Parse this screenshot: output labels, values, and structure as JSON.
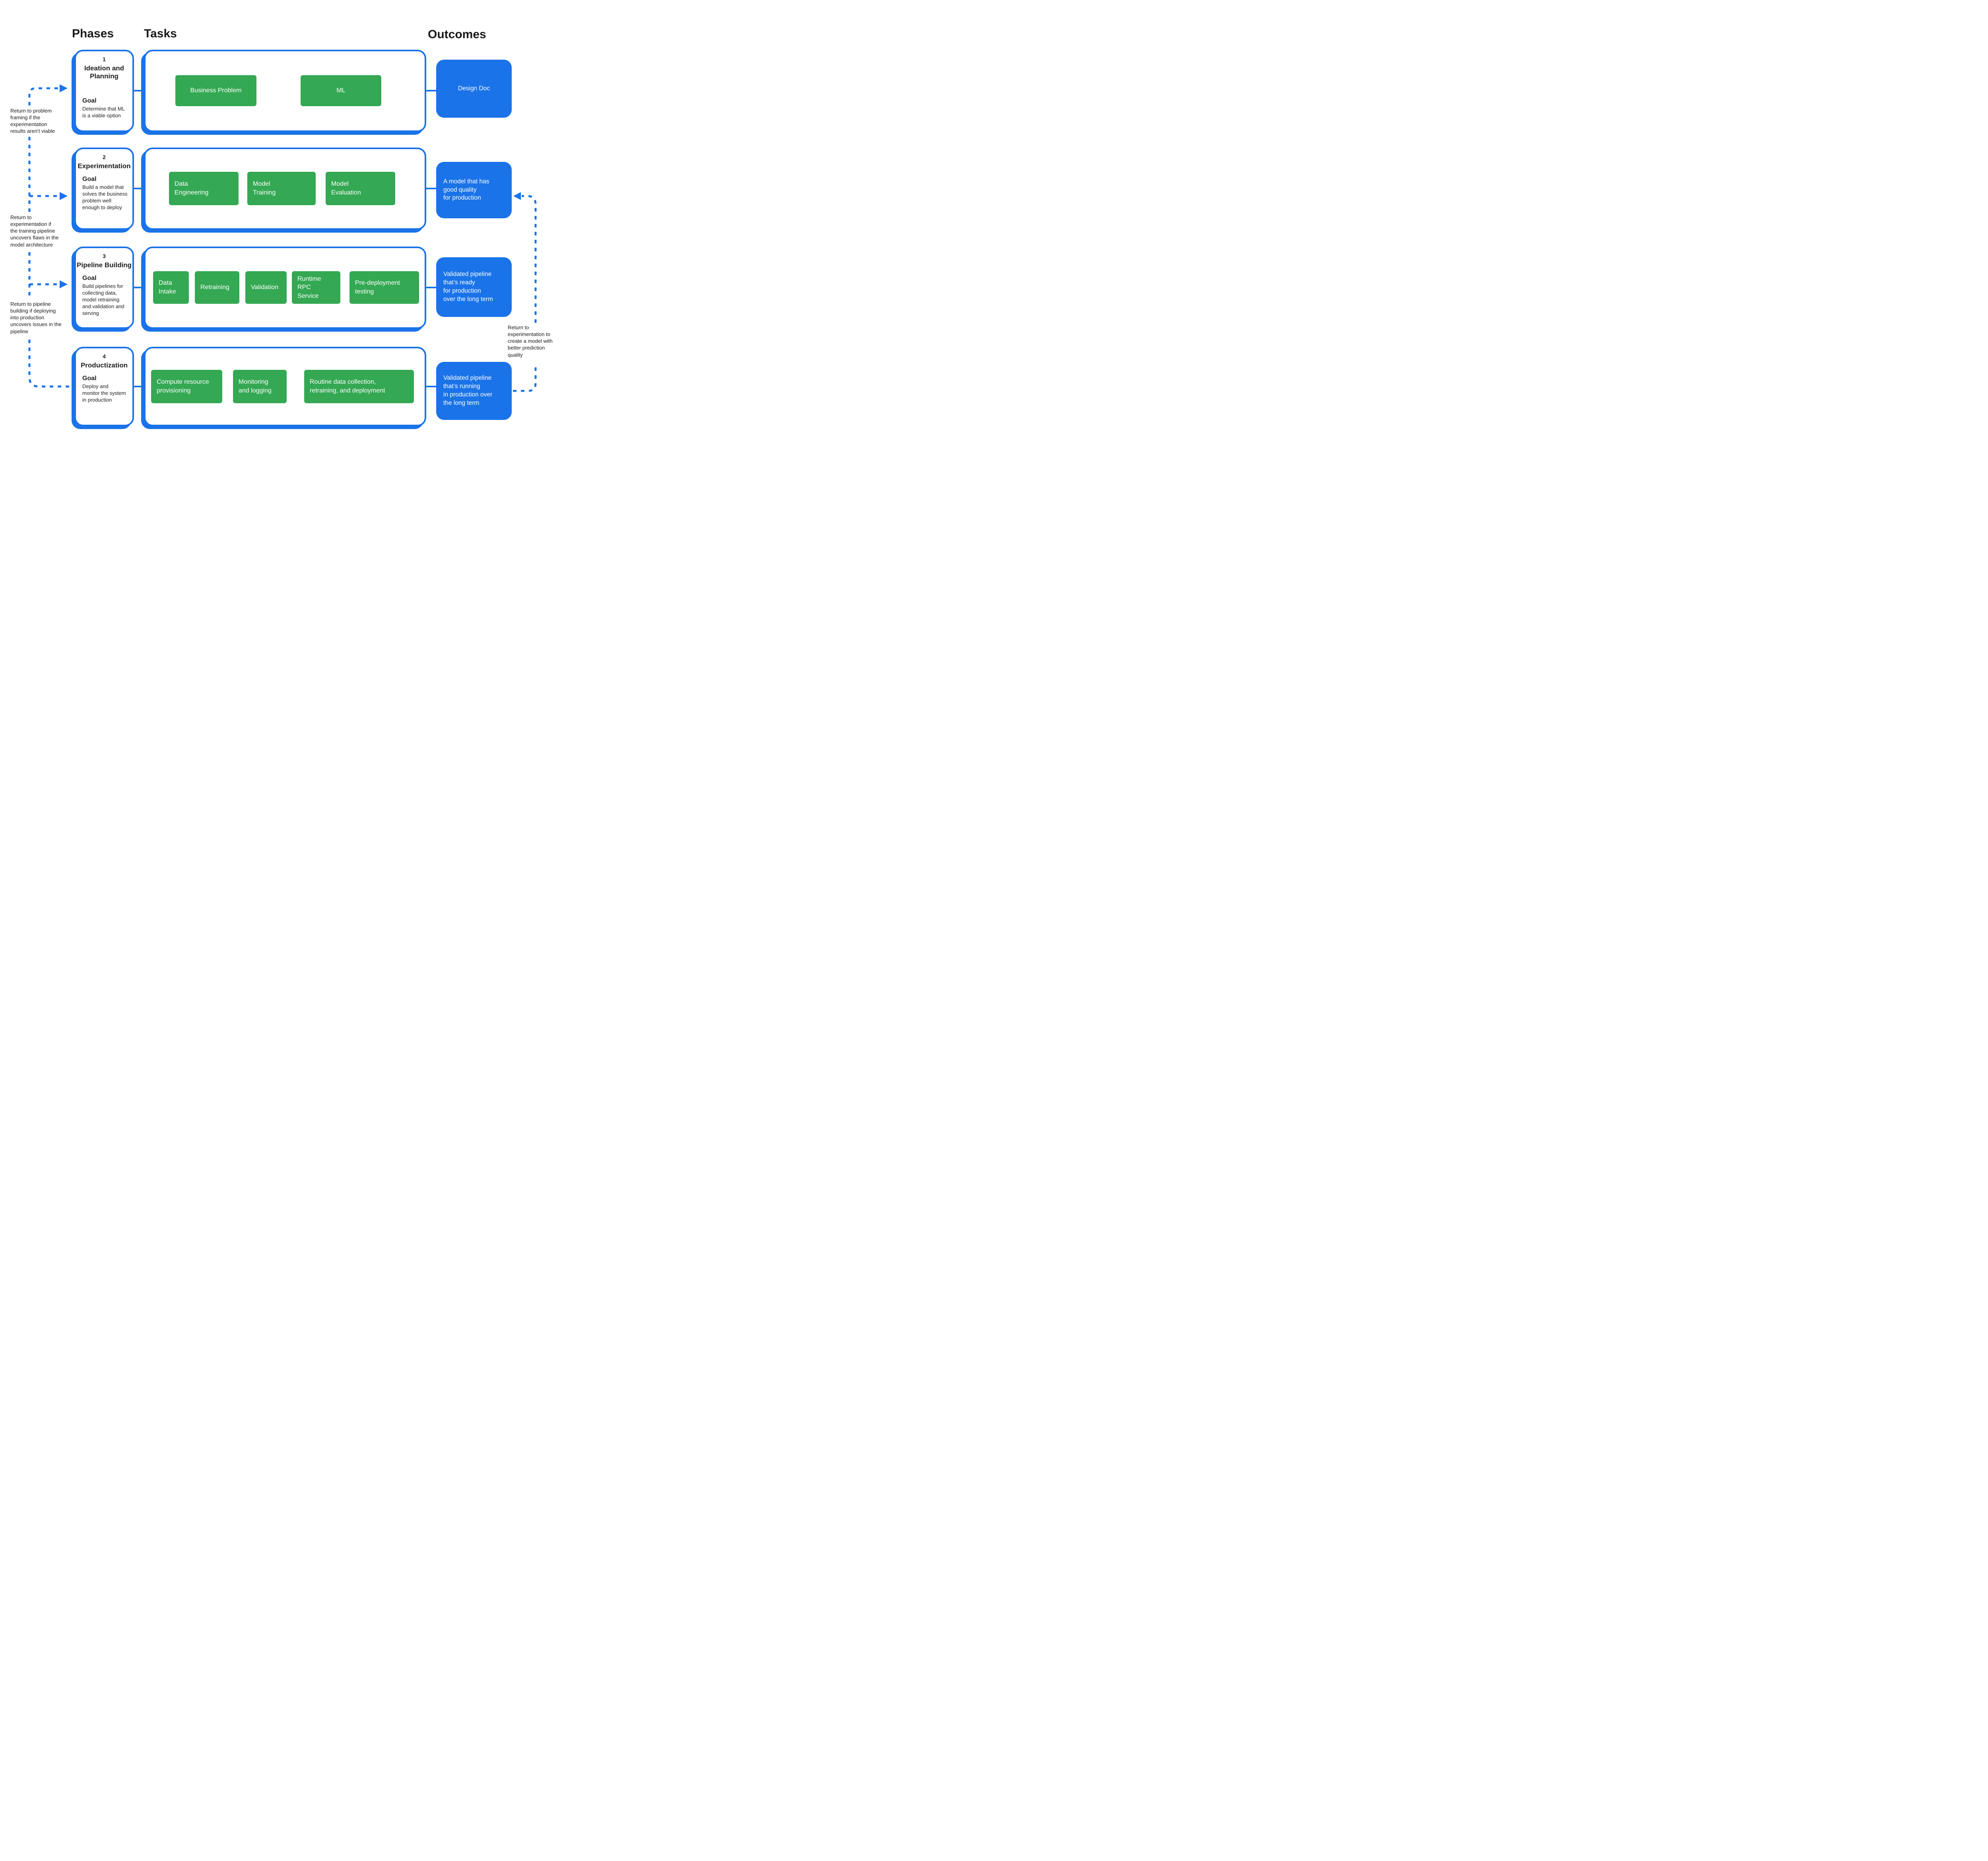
{
  "headers": {
    "phases": "Phases",
    "tasks": "Tasks",
    "outcomes": "Outcomes"
  },
  "colors": {
    "accent_blue": "#1A73E8",
    "task_green": "#34A853",
    "text": "#202124"
  },
  "phases": [
    {
      "number": "1",
      "title": "Ideation and\nPlanning",
      "goal_label": "Goal",
      "goal": "Determine that ML\nis a viable option"
    },
    {
      "number": "2",
      "title": "Experimentation",
      "goal_label": "Goal",
      "goal": "Build a model that\nsolves the business\nproblem well\nenough to deploy"
    },
    {
      "number": "3",
      "title": "Pipeline Building",
      "goal_label": "Goal",
      "goal": "Build pipelines for\ncollecting data,\nmodel retraining\nand validation and\nserving"
    },
    {
      "number": "4",
      "title": "Productization",
      "goal_label": "Goal",
      "goal": "Deploy and\nmonitor the system\nin production"
    }
  ],
  "tasks": [
    [
      "Business Problem",
      "ML"
    ],
    [
      "Data\nEngineering",
      "Model\nTraining",
      "Model\nEvaluation"
    ],
    [
      "Data\nIntake",
      "Retraining",
      "Validation",
      "Runtime RPC\nService",
      "Pre-deployment\ntesting"
    ],
    [
      "Compute resource\nprovisioning",
      "Monitoring\nand logging",
      "Routine data collection,\nretraining, and deployment"
    ]
  ],
  "outcomes": [
    "Design Doc",
    "A model that has\ngood quality\nfor production",
    "Validated pipeline\nthat’s ready\nfor production\nover the long term",
    "Validated pipeline\nthat’s running\nin production over\nthe long term"
  ],
  "annotations": {
    "return_problem_framing": "Return to problem\nframing if the\nexperimentation\nresults aren’t viable",
    "return_experimentation_flaws": "Return to\nexperimentation if\nthe training pipeline\nuncovers flaws in the\nmodel architecture",
    "return_pipeline_building": "Return to pipeline\nbuilding if deploying\ninto production\nuncovers issues in the\npipeline",
    "return_experimentation_quality": "Return to\nexperimentation to\ncreate a model with\nbetter prediction\nquality"
  }
}
